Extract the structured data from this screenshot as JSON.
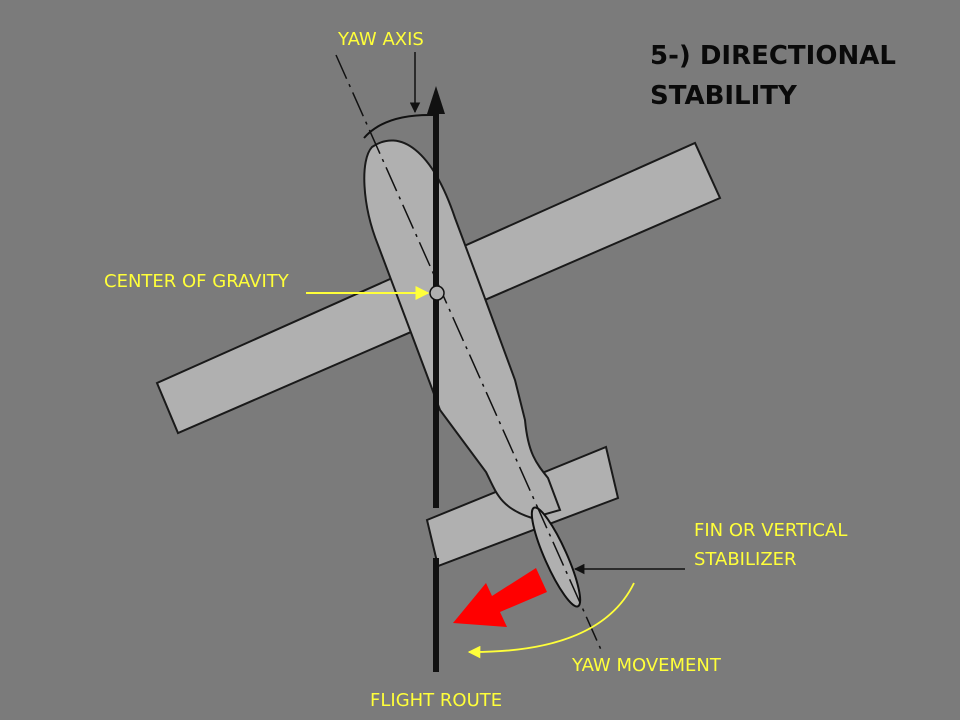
{
  "title": {
    "line1": "5-) DIRECTIONAL",
    "line2": "STABILITY"
  },
  "labels": {
    "yaw_axis": "YAW AXIS",
    "center_of_gravity": "CENTER OF GRAVITY",
    "fin_line1": "FIN OR VERTICAL",
    "fin_line2": "STABILIZER",
    "yaw_movement": "YAW MOVEMENT",
    "flight_route": "FLIGHT ROUTE"
  },
  "colors": {
    "background": "#7b7b7b",
    "aircraft_fill": "#b0b0b0",
    "label_text": "#ffff3a",
    "direction_arrow": "#ff0000",
    "outline": "#111111"
  }
}
